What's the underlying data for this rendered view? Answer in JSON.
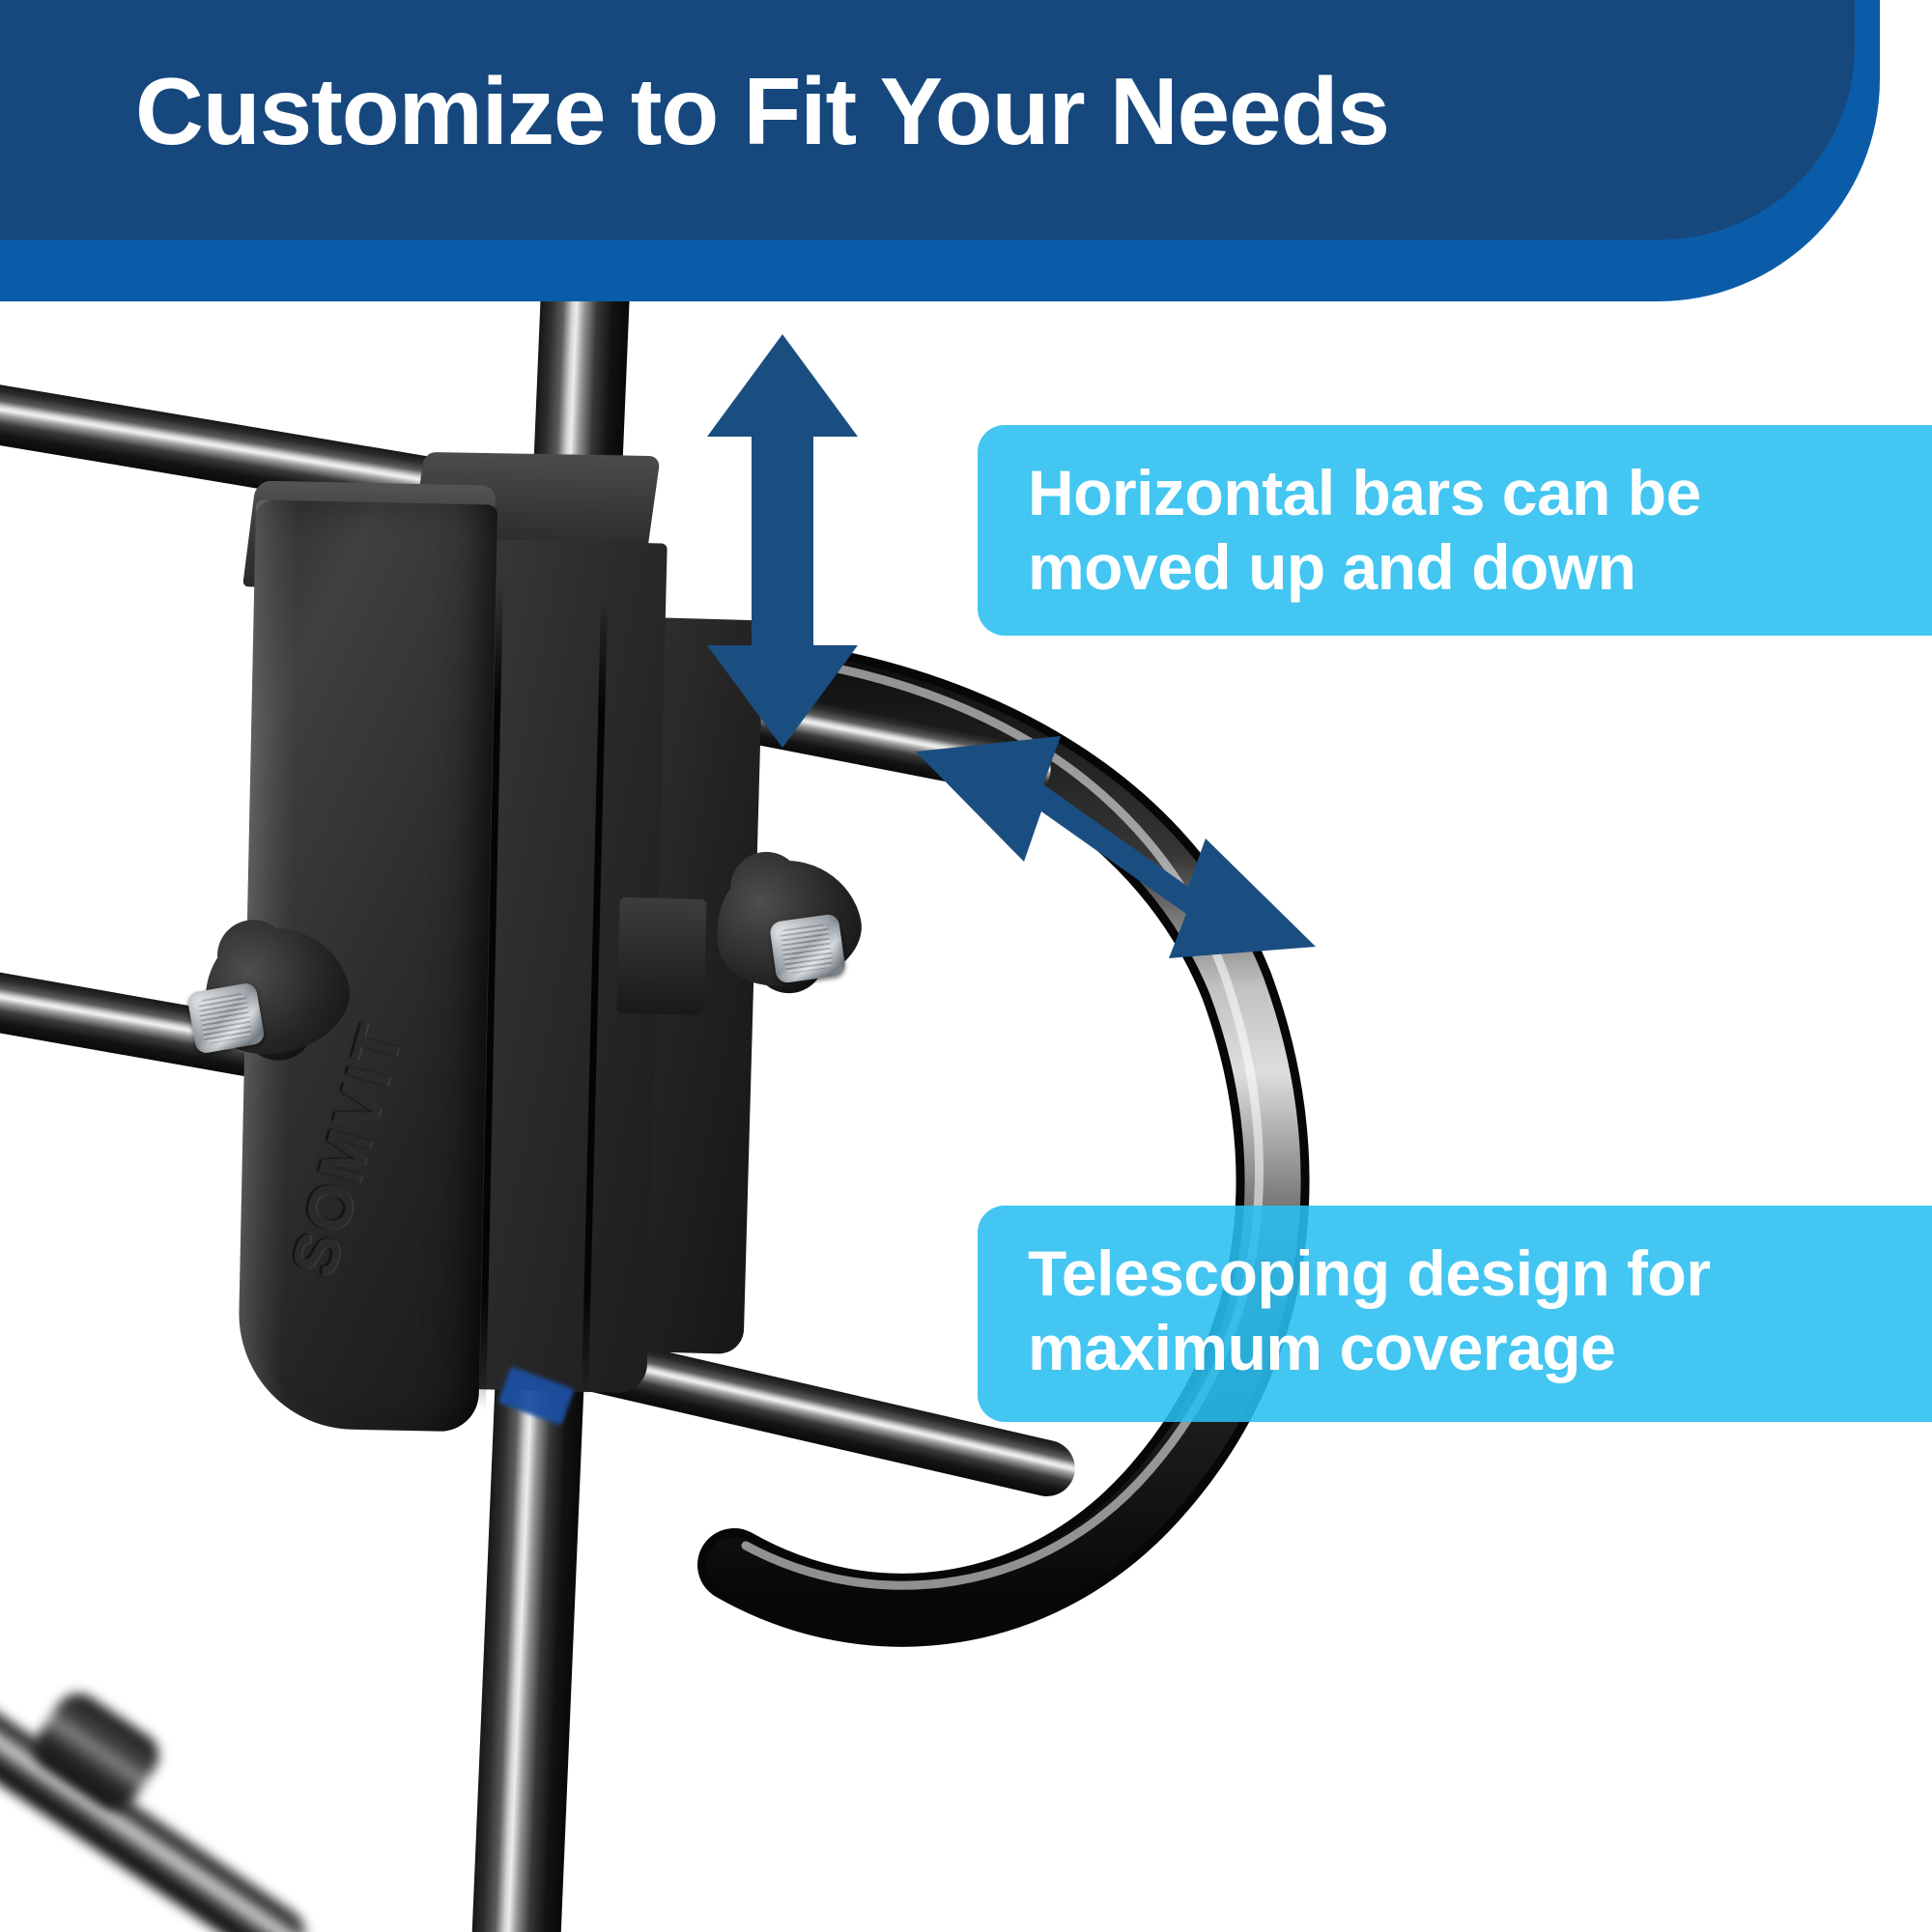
{
  "header": {
    "title": "Customize to Fit Your Needs",
    "banner_top_color": "#16477D",
    "banner_mid_color": "#0B5CA8",
    "title_color": "#FFFFFF"
  },
  "callouts": [
    {
      "id": "horizontal-bars",
      "line1": "Horizontal bars can be",
      "line2": "moved up and down",
      "background_color": "#29BEEF",
      "text_color": "#FFFFFF"
    },
    {
      "id": "telescoping-design",
      "line1": "Telescoping design for",
      "line2": "maximum coverage",
      "background_color": "#29BEEF",
      "text_color": "#FFFFFF"
    }
  ],
  "arrows": [
    {
      "id": "vertical-double-arrow",
      "direction": "up-down",
      "color": "#1B4E80"
    },
    {
      "id": "diagonal-double-arrow",
      "direction": "upper-left-lower-right",
      "color": "#1B4E80"
    }
  ],
  "product": {
    "emboss_text": "SOMVIT",
    "bracket_color": "#2B2B2B",
    "tube_color": "#111111",
    "bolt_color": "#C8CED3",
    "accent_color": "#1C4FA1"
  }
}
